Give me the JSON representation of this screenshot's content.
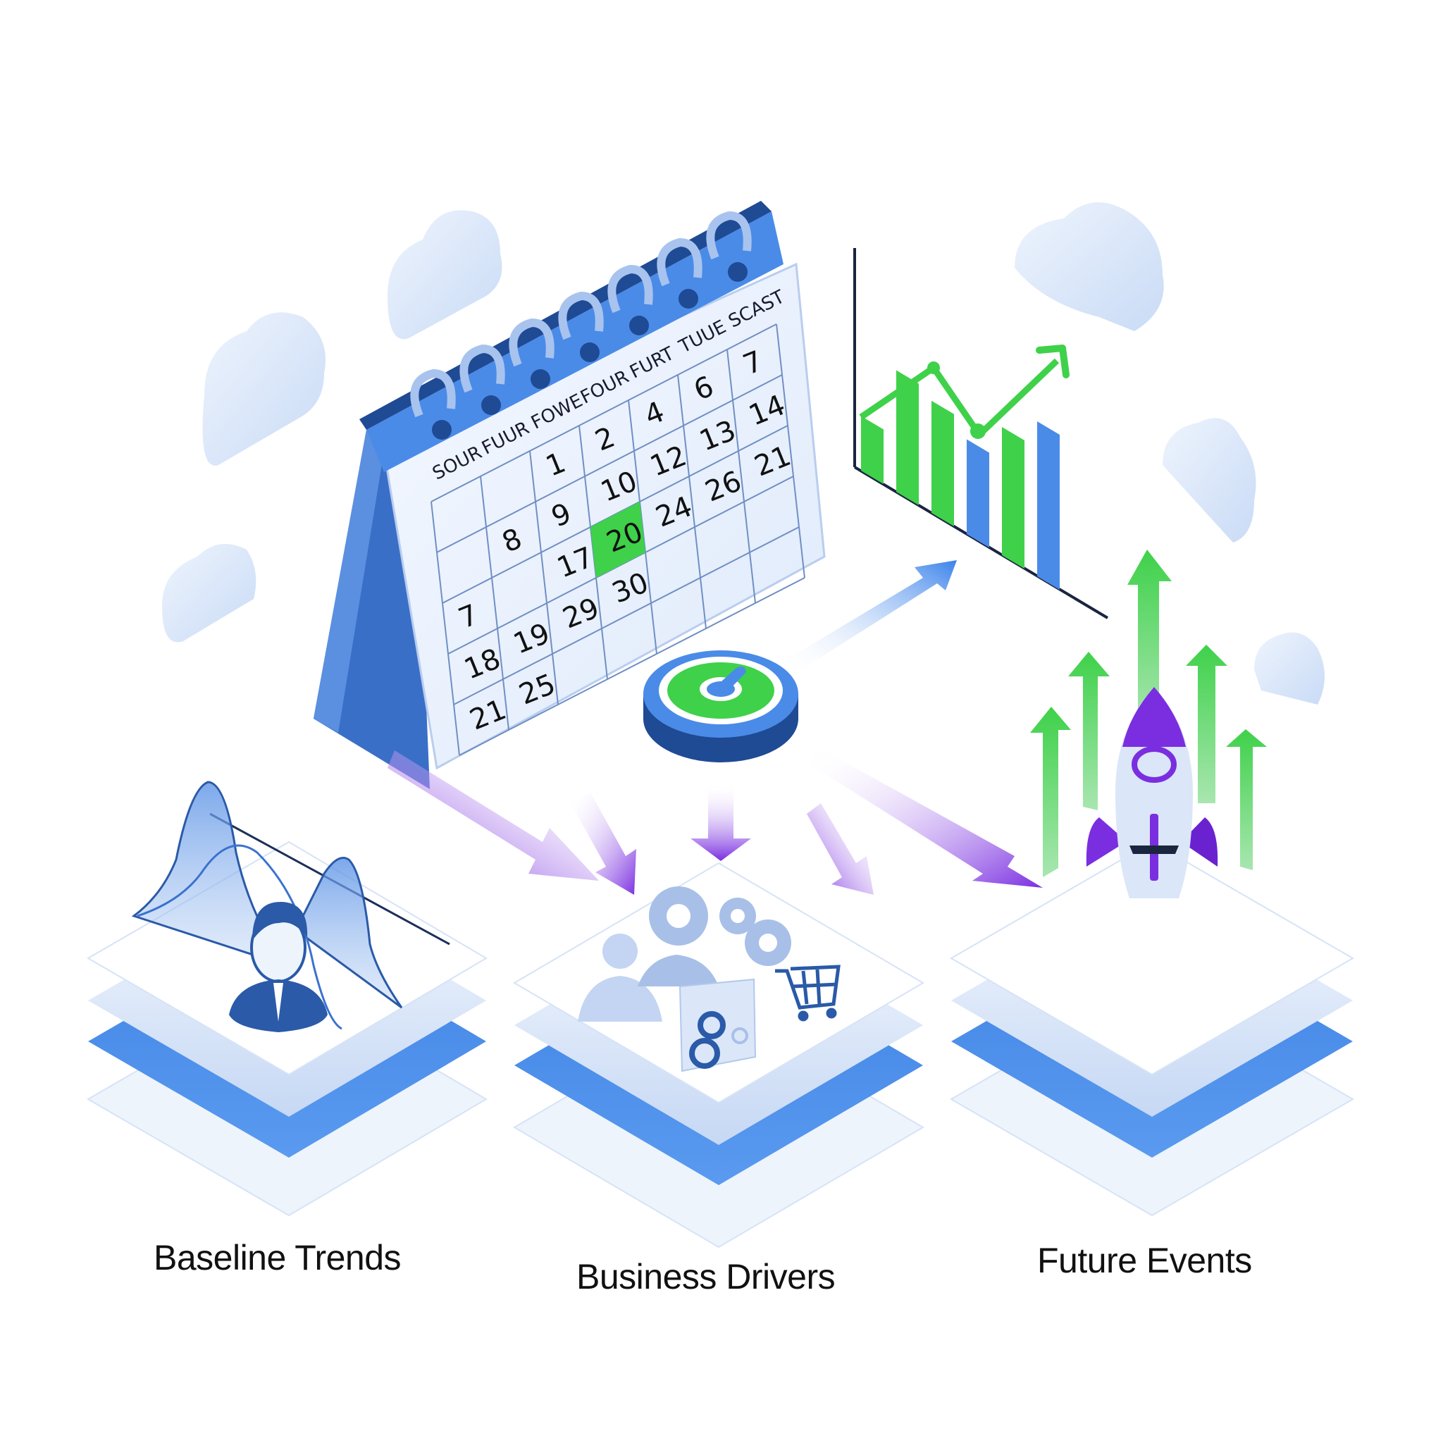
{
  "labels": {
    "baseline": "Baseline Trends",
    "drivers": "Business Drivers",
    "events": "Future Events"
  },
  "calendar": {
    "weekday_headers": [
      "SOUR",
      "FUUR",
      "FOWE",
      "FOUR",
      "FURT",
      "TUUE",
      "SCAST"
    ],
    "cells": [
      {
        "row": 0,
        "col": 2,
        "value": "1"
      },
      {
        "row": 0,
        "col": 3,
        "value": "2"
      },
      {
        "row": 0,
        "col": 4,
        "value": "4"
      },
      {
        "row": 0,
        "col": 5,
        "value": "6"
      },
      {
        "row": 0,
        "col": 6,
        "value": "7"
      },
      {
        "row": 1,
        "col": 1,
        "value": "8"
      },
      {
        "row": 1,
        "col": 2,
        "value": "9"
      },
      {
        "row": 1,
        "col": 3,
        "value": "10"
      },
      {
        "row": 1,
        "col": 4,
        "value": "12"
      },
      {
        "row": 1,
        "col": 5,
        "value": "13"
      },
      {
        "row": 1,
        "col": 6,
        "value": "14"
      },
      {
        "row": 2,
        "col": 0,
        "value": "7"
      },
      {
        "row": 2,
        "col": 2,
        "value": "17"
      },
      {
        "row": 2,
        "col": 3,
        "value": "20",
        "highlight": true
      },
      {
        "row": 2,
        "col": 4,
        "value": "24"
      },
      {
        "row": 2,
        "col": 5,
        "value": "26"
      },
      {
        "row": 2,
        "col": 6,
        "value": "21"
      },
      {
        "row": 3,
        "col": 0,
        "value": "18"
      },
      {
        "row": 3,
        "col": 1,
        "value": "19"
      },
      {
        "row": 3,
        "col": 2,
        "value": "29"
      },
      {
        "row": 3,
        "col": 3,
        "value": "30"
      },
      {
        "row": 4,
        "col": 0,
        "value": "21"
      },
      {
        "row": 4,
        "col": 1,
        "value": "25"
      }
    ],
    "highlight_color": "#3fd14a"
  },
  "mini_chart": {
    "bars": [
      {
        "height": 0.25,
        "color": "green"
      },
      {
        "height": 0.75,
        "color": "green"
      },
      {
        "height": 0.68,
        "color": "green"
      },
      {
        "height": 0.55,
        "color": "blue"
      },
      {
        "height": 0.8,
        "color": "blue_green"
      },
      {
        "height": 1.0,
        "color": "blue"
      }
    ],
    "trend_line": "up-down-up with arrow"
  },
  "icons": [
    "calendar-icon",
    "gauge-hub-icon",
    "bar-chart-icon",
    "bell-curve-icon",
    "person-icon",
    "gears-icon",
    "shopping-cart-icon",
    "folder-icon",
    "rocket-icon",
    "up-arrow-icon",
    "cloud-icon"
  ],
  "colors": {
    "primary_blue": "#4a8be8",
    "dark_blue": "#1f4a94",
    "light_blue": "#dbe8fb",
    "green": "#3fd14a",
    "purple": "#7a2ee0",
    "text": "#111111"
  }
}
